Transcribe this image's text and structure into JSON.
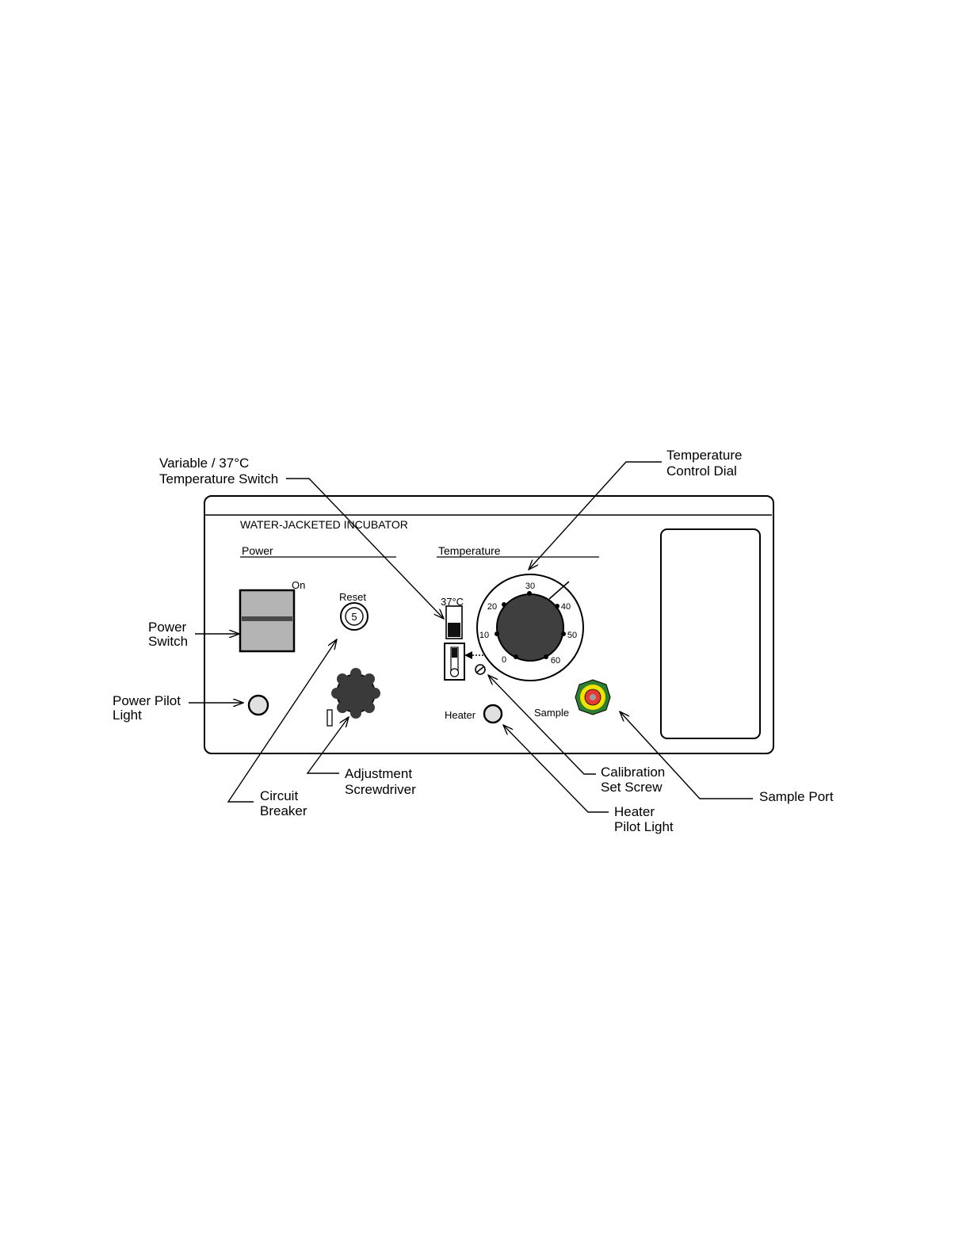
{
  "panel": {
    "title": "WATER-JACKETED INCUBATOR",
    "power_section": "Power",
    "temperature_section": "Temperature",
    "on_label": "On",
    "reset_label": "Reset",
    "reset_value": "5",
    "switch_label": "37°C",
    "heater_label": "Heater",
    "sample_label": "Sample"
  },
  "dial": {
    "scale": [
      "0",
      "10",
      "20",
      "30",
      "40",
      "50",
      "60"
    ]
  },
  "callouts": {
    "variable_switch": [
      "Variable / 37°C",
      "Temperature Switch"
    ],
    "control_dial": [
      "Temperature",
      "Control Dial"
    ],
    "power_switch": [
      "Power",
      "Switch"
    ],
    "power_pilot": [
      "Power Pilot",
      "Light"
    ],
    "circuit_breaker": [
      "Circuit",
      "Breaker"
    ],
    "adjustment_screwdriver": [
      "Adjustment",
      "Screwdriver"
    ],
    "calibration_screw": [
      "Calibration",
      "Set Screw"
    ],
    "heater_pilot": [
      "Heater",
      "Pilot Light"
    ],
    "sample_port": [
      "Sample Port"
    ]
  },
  "colors": {
    "switch_gray": "#b4b4b4",
    "knob_dark": "#3a3a3a",
    "sample_outer": "#2e7d32",
    "sample_ring": "#f2e200",
    "sample_inner": "#e53935",
    "sample_center": "#9e9e9e"
  }
}
